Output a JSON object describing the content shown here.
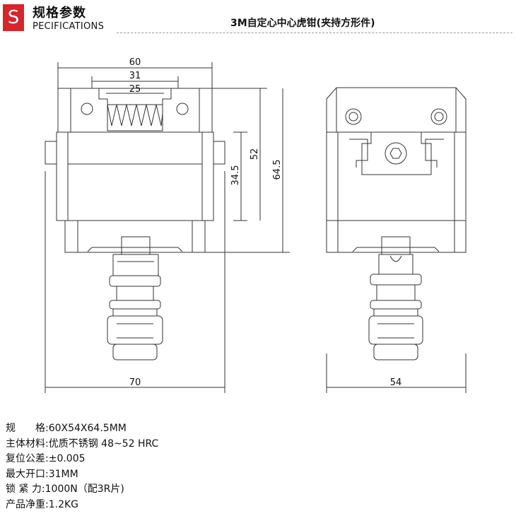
{
  "header": {
    "badge": "S",
    "title_cn": "规格参数",
    "title_en": "PECIFICATIONS",
    "subtitle": "3M自定心中心虎钳(夹持方形件)"
  },
  "dimensions": {
    "front_total_width": "60",
    "front_jaw_opening": "31",
    "front_inner_width": "25",
    "front_height_partial": "34.5",
    "front_height_mid": "52",
    "front_height_total": "64.5",
    "front_base_width": "70",
    "side_base_width": "54"
  },
  "specs": [
    {
      "label": "规　　格",
      "value": ":60X54X64.5MM"
    },
    {
      "label": "主体材料",
      "value": ":优质不锈钢 48~52 HRC"
    },
    {
      "label": "复位公差",
      "value": ":±0.005"
    },
    {
      "label": "最大开口",
      "value": ":31MM"
    },
    {
      "label": "锁  紧  力",
      "value": ":1000N（配3R片)"
    },
    {
      "label": "产品净重",
      "value": ":1.2KG"
    }
  ]
}
